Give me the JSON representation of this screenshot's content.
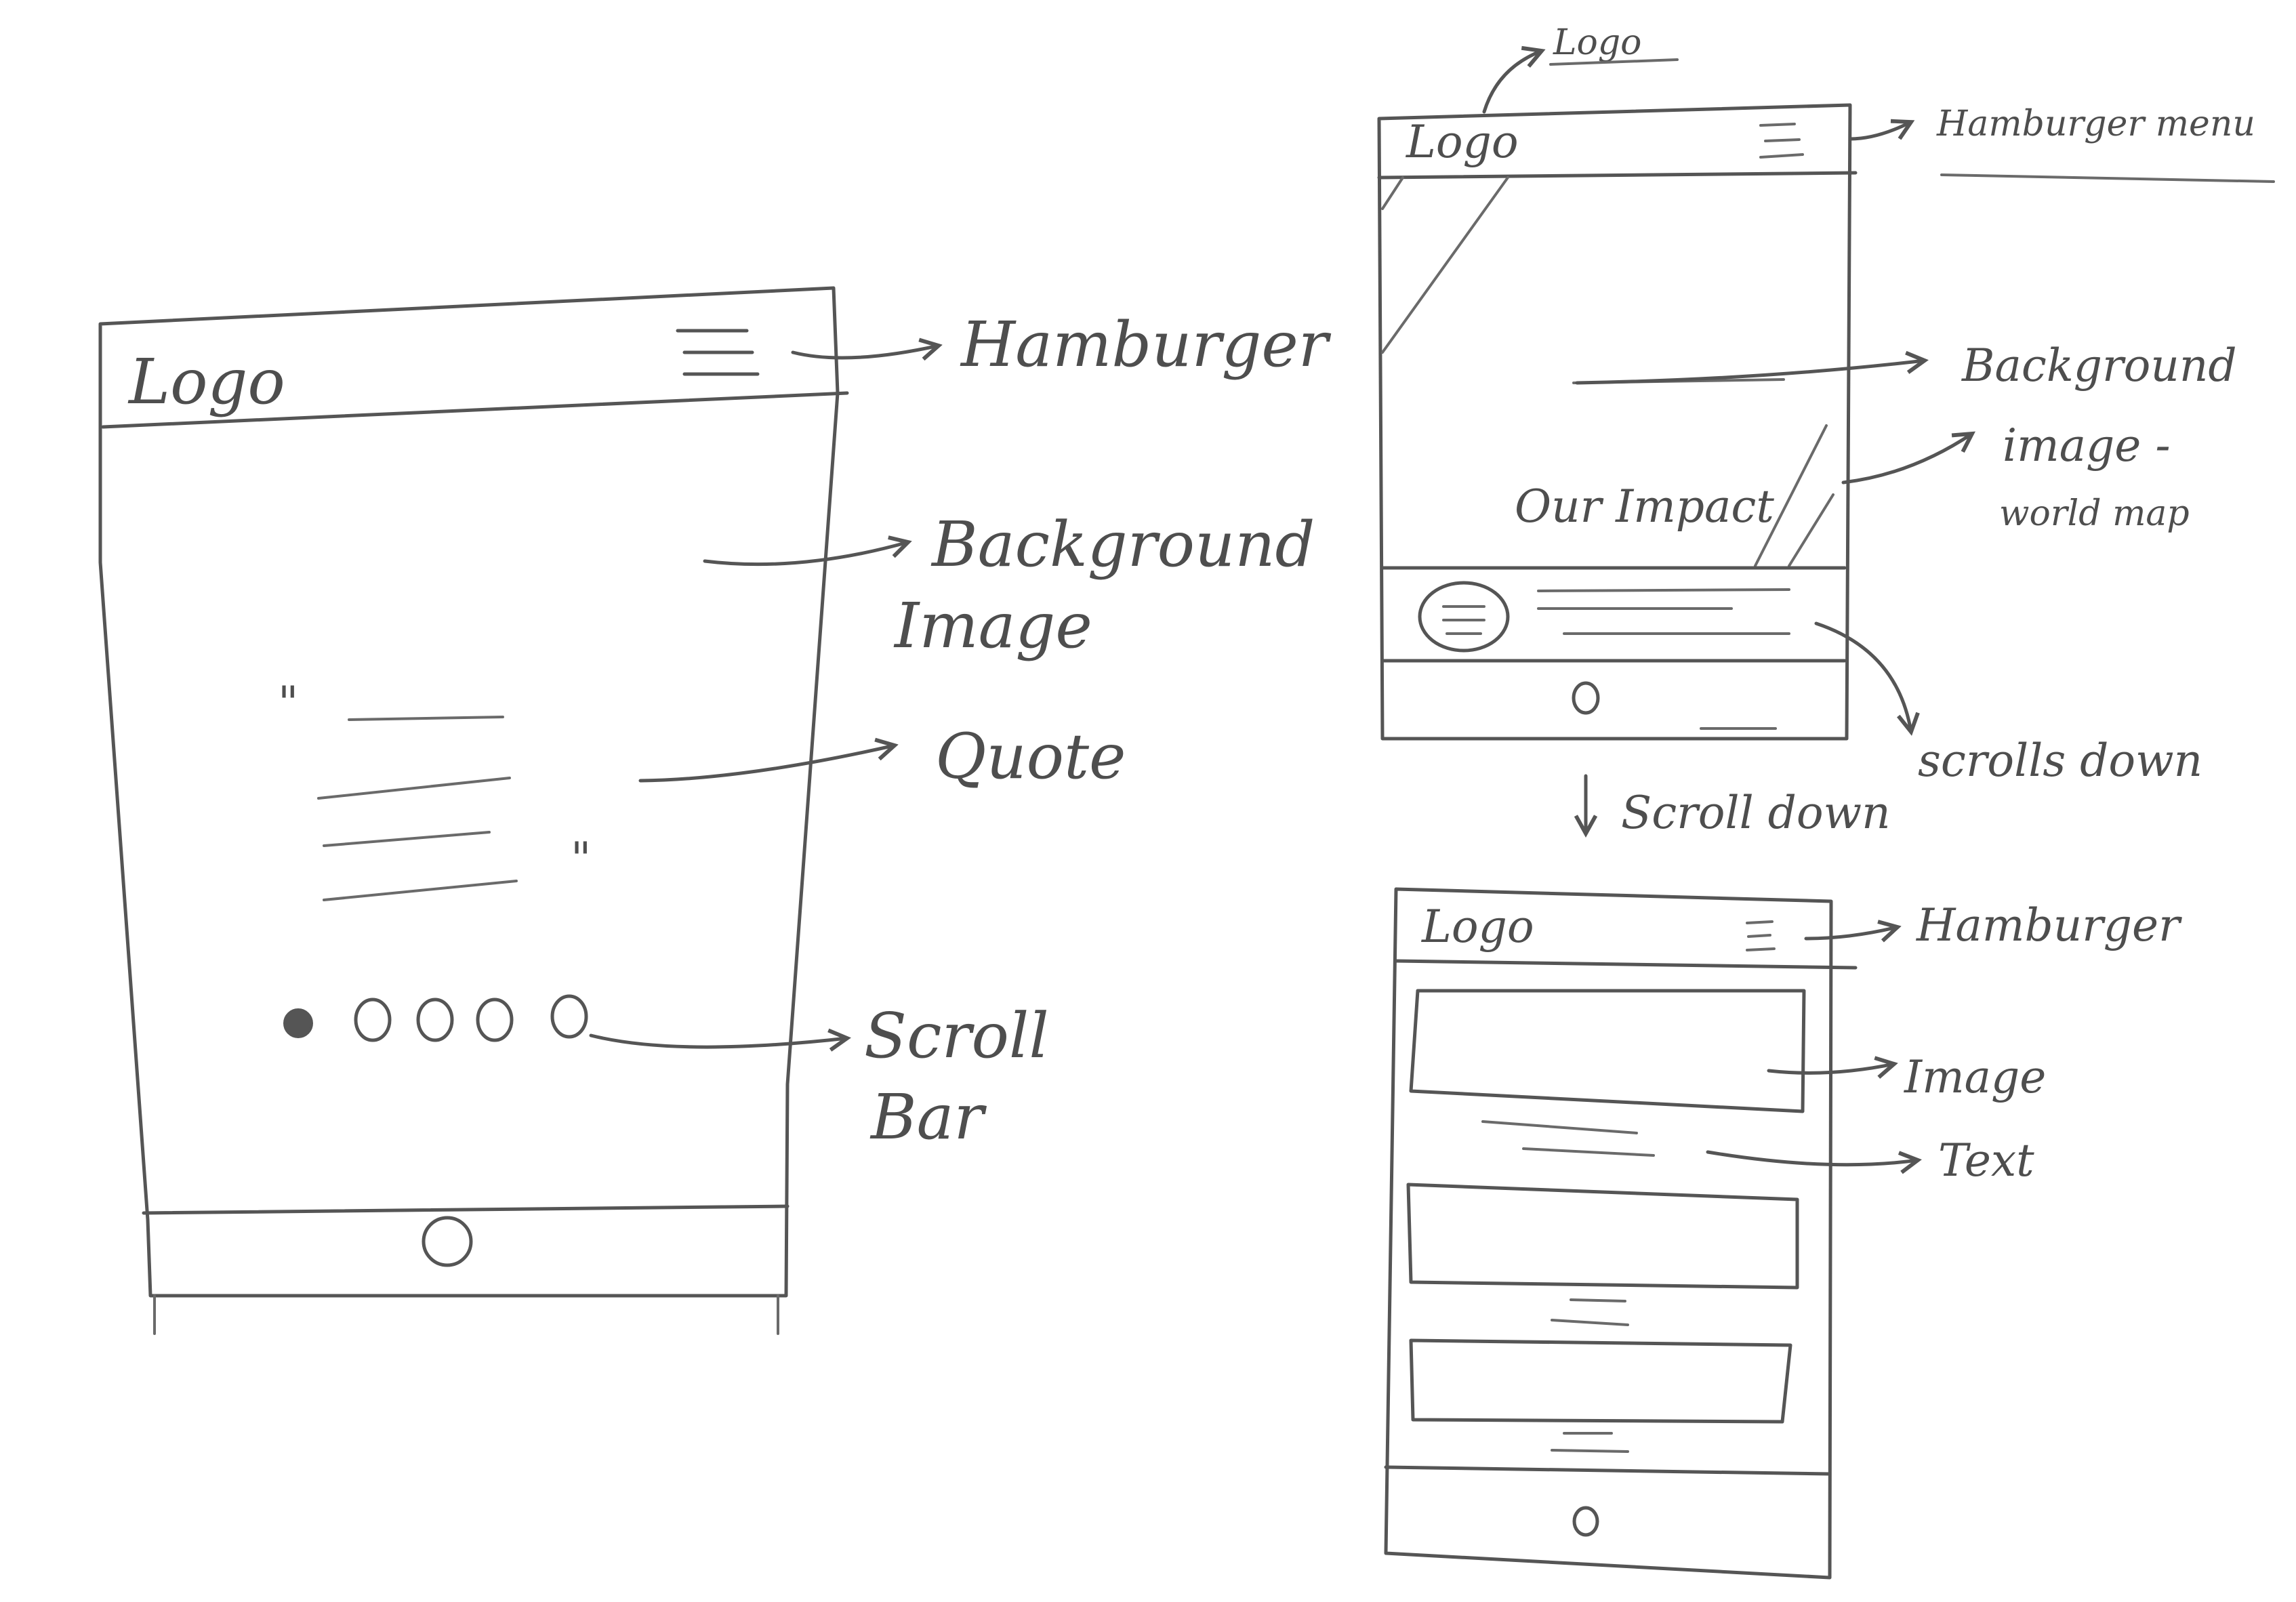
{
  "wireframe_1": {
    "logo": "Logo",
    "annotations": {
      "hamburger": "Hamburger",
      "background_line1": "Background",
      "background_line2": "Image",
      "quote": "Quote",
      "scroll_line1": "Scroll",
      "scroll_line2": "Bar"
    },
    "quote_mark_open": "\"",
    "quote_mark_close": "\"",
    "carousel": {
      "dots": 5,
      "active_index": 0
    }
  },
  "wireframe_2": {
    "logo": "Logo",
    "hero_title": "Our Impact",
    "annotations": {
      "logo": "Logo",
      "hamburger_menu": "Hamburger menu",
      "background_line1": "Background",
      "background_line2": "image -",
      "background_line3": "world map",
      "scrolls_down": "scrolls down"
    }
  },
  "transition_label": "Scroll down",
  "wireframe_3": {
    "logo": "Logo",
    "annotations": {
      "hamburger": "Hamburger",
      "image": "Image",
      "text": "Text"
    }
  },
  "colors": {
    "pencil": "#555555",
    "paper": "#ffffff"
  }
}
